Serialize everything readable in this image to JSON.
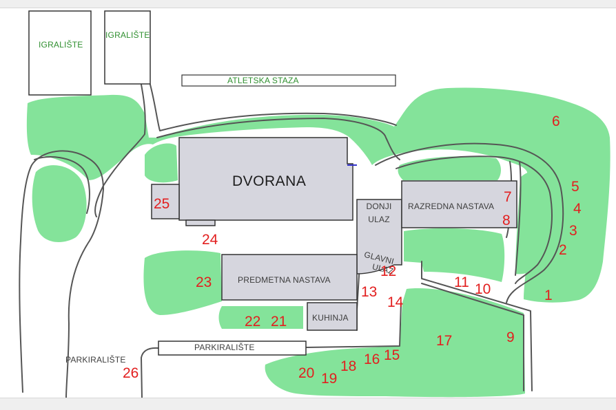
{
  "map": {
    "fields": [
      "IGRALIŠTE",
      "IGRALIŠTE"
    ],
    "track": "ATLETSKA STAZA",
    "buildings": {
      "hall": "DVORANA",
      "lower_entrance": [
        "DONJI",
        "ULAZ"
      ],
      "main_entrance": [
        "GLAVNI",
        "ULAZ"
      ],
      "class_teaching": "RAZREDNA NASTAVA",
      "subject_teaching": "PREDMETNA NASTAVA",
      "kitchen": "KUHINJA"
    },
    "parking": [
      "PARKIRALIŠTE",
      "PARKIRALIŠTE"
    ],
    "markers": [
      "1",
      "2",
      "3",
      "4",
      "5",
      "6",
      "7",
      "8",
      "9",
      "10",
      "11",
      "12",
      "13",
      "14",
      "15",
      "16",
      "17",
      "18",
      "19",
      "20",
      "21",
      "22",
      "23",
      "24",
      "25",
      "26"
    ],
    "colors": {
      "lawn": "#84e39a",
      "building": "#d6d6de",
      "marker": "#e21e1e",
      "field_label": "#2f8f2f"
    }
  }
}
